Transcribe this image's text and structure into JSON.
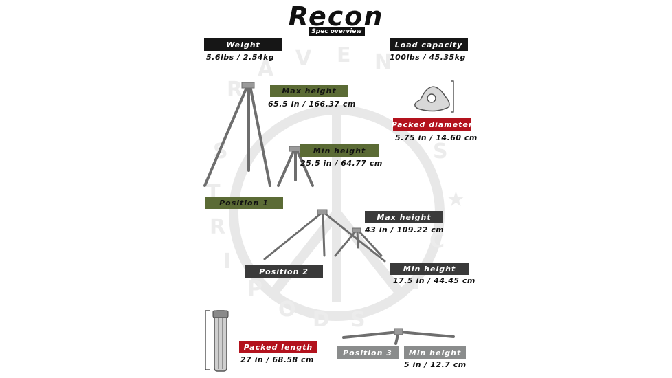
{
  "header": {
    "title": "Recon",
    "subtitle": "Spec overview"
  },
  "specs": {
    "weight": {
      "label": "Weight",
      "value": "5.6lbs / 2.54kg"
    },
    "load_capacity": {
      "label": "Load capacity",
      "value": "100lbs / 45.35kg"
    },
    "max_height_1": {
      "label": "Max height",
      "value": "65.5 in / 166.37 cm"
    },
    "min_height_1": {
      "label": "Min height",
      "value": "25.5 in / 64.77 cm"
    },
    "packed_diameter": {
      "label": "Packed diameter",
      "value": "5.75 in / 14.60 cm"
    },
    "position_1": {
      "label": "Position 1"
    },
    "max_height_2": {
      "label": "Max height",
      "value": "43 in / 109.22 cm"
    },
    "position_2": {
      "label": "Position 2"
    },
    "min_height_2": {
      "label": "Min height",
      "value": "17.5 in / 44.45 cm"
    },
    "packed_length": {
      "label": "Packed length",
      "value": "27 in / 68.58 cm"
    },
    "position_3": {
      "label": "Position 3"
    },
    "min_height_3": {
      "label": "Min height",
      "value": "5 in / 12.7 cm"
    }
  },
  "colors": {
    "black": "#161616",
    "olive": "#5b6b35",
    "red": "#b3121d",
    "gray": "#8a8c8c",
    "watermark": "#e6e6e6"
  },
  "watermark": {
    "text": "RAVEN JUSTICE TRIPODS"
  }
}
